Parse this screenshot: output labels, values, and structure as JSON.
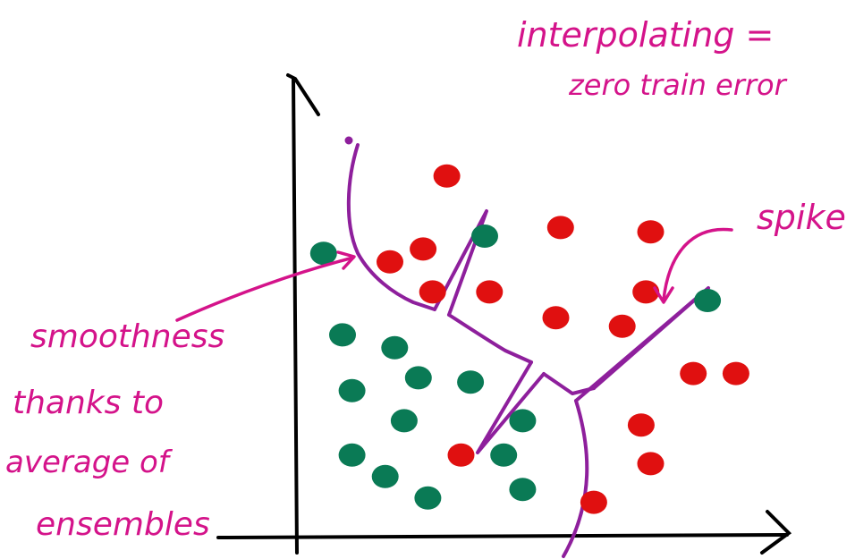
{
  "annotations": {
    "interp_line1": "interpolating =",
    "interp_line2": "zero train error",
    "spike": "spike",
    "smooth_line1": "smoothness",
    "smooth_line2": "thanks to",
    "smooth_line3": "average of",
    "smooth_line4": "ensembles"
  },
  "colors": {
    "annotation": "#d4138a",
    "boundary": "#8e1f9c",
    "red_point": "#e01010",
    "green_point": "#0a7a55",
    "axis": "#000000"
  },
  "chart_data": {
    "type": "scatter",
    "title": "",
    "xlabel": "",
    "ylabel": "",
    "series": [
      {
        "name": "",
        "color": "red",
        "points": [
          [
            0.32,
            0.84
          ],
          [
            0.27,
            0.67
          ],
          [
            0.2,
            0.64
          ],
          [
            0.56,
            0.72
          ],
          [
            0.75,
            0.71
          ],
          [
            0.29,
            0.57
          ],
          [
            0.41,
            0.57
          ],
          [
            0.55,
            0.51
          ],
          [
            0.69,
            0.49
          ],
          [
            0.74,
            0.57
          ],
          [
            0.84,
            0.38
          ],
          [
            0.93,
            0.38
          ],
          [
            0.73,
            0.26
          ],
          [
            0.35,
            0.19
          ],
          [
            0.75,
            0.17
          ],
          [
            0.63,
            0.08
          ]
        ]
      },
      {
        "name": "",
        "color": "green",
        "points": [
          [
            0.06,
            0.66
          ],
          [
            0.4,
            0.7
          ],
          [
            0.87,
            0.55
          ],
          [
            0.1,
            0.47
          ],
          [
            0.21,
            0.44
          ],
          [
            0.26,
            0.37
          ],
          [
            0.37,
            0.36
          ],
          [
            0.12,
            0.34
          ],
          [
            0.23,
            0.27
          ],
          [
            0.48,
            0.27
          ],
          [
            0.12,
            0.19
          ],
          [
            0.19,
            0.14
          ],
          [
            0.28,
            0.09
          ],
          [
            0.44,
            0.19
          ],
          [
            0.48,
            0.11
          ]
        ]
      }
    ]
  }
}
